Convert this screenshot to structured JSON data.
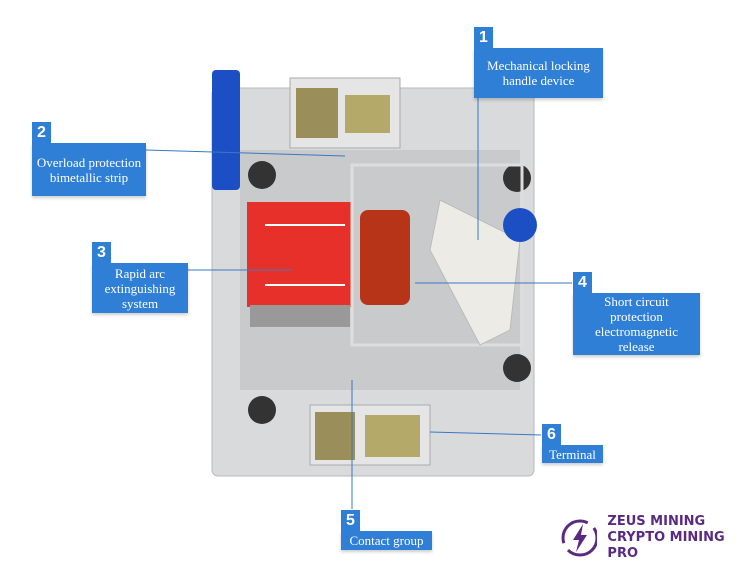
{
  "labels": [
    {
      "num": "1",
      "text": "Mechanical locking handle device"
    },
    {
      "num": "2",
      "text": "Overload protection bimetallic strip"
    },
    {
      "num": "3",
      "text": "Rapid arc extinguishing system"
    },
    {
      "num": "4",
      "text": "Short circuit protection electromagnetic release"
    },
    {
      "num": "5",
      "text": "Contact group"
    },
    {
      "num": "6",
      "text": "Terminal"
    }
  ],
  "logo": {
    "line1": "ZEUS MINING",
    "line2": "CRYPTO MINING PRO"
  },
  "colors": {
    "label": "#2f7fd6",
    "logo": "#5a2a82",
    "arc_chute": "#e8302a",
    "handle": "#1d4fc4"
  }
}
